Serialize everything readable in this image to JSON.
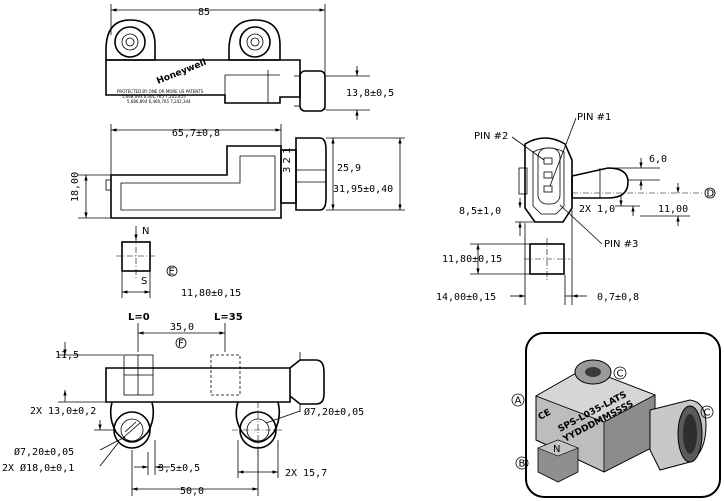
{
  "top_view": {
    "brand": "Honeywell",
    "patent_lines": [
      "PROTECTED BY ONE OR MORE US PATENTS",
      "5,608,093 6,001,765 7,205,455",
      "5,686,894 6,469,765 7,242,344"
    ],
    "dim_width": "85",
    "dim_height": "13,8±0,5"
  },
  "side_view": {
    "dim_length": "65,7±0,8",
    "dim_height": "18,00",
    "dim_conn": "25,9",
    "dim_total": "31,95±0,40",
    "pin_numbers": "3 2 1"
  },
  "magnet_view": {
    "north": "N",
    "south": "S",
    "marker": "E",
    "dim_width": "11,80±0,15"
  },
  "connector_view": {
    "pin2": "PIN #2",
    "pin1": "PIN #1",
    "pin3": "PIN #3",
    "dim_6": "6,0",
    "dim_2x1": "2X 1,0",
    "dim_11": "11,00",
    "dim_85": "8,5±1,0",
    "dim_1180": "11,80±0,15",
    "dim_14": "14,00±0,15",
    "dim_07": "0,7±0,8",
    "marker": "D"
  },
  "bottom_view": {
    "l0": "L=0",
    "l35": "L=35",
    "dim_35": "35,0",
    "marker": "F",
    "dim_115": "11,5",
    "dim_13": "2X 13,0±0,2",
    "dim_hole_right": "Ø7,20±0,05",
    "dim_hole_left": "Ø7,20±0,05",
    "dim_18": "2X Ø18,0±0,1",
    "dim_35b": "3,5±0,5",
    "dim_157": "2X 15,7",
    "dim_50": "50,0"
  },
  "iso_view": {
    "label_line1": "SPS-L035-LATS",
    "label_line2": "YYDDDMMSSSS",
    "ce": "CE",
    "marker_a": "A",
    "marker_b": "B",
    "marker_c1": "C",
    "marker_c2": "C",
    "magnet_n": "N"
  }
}
